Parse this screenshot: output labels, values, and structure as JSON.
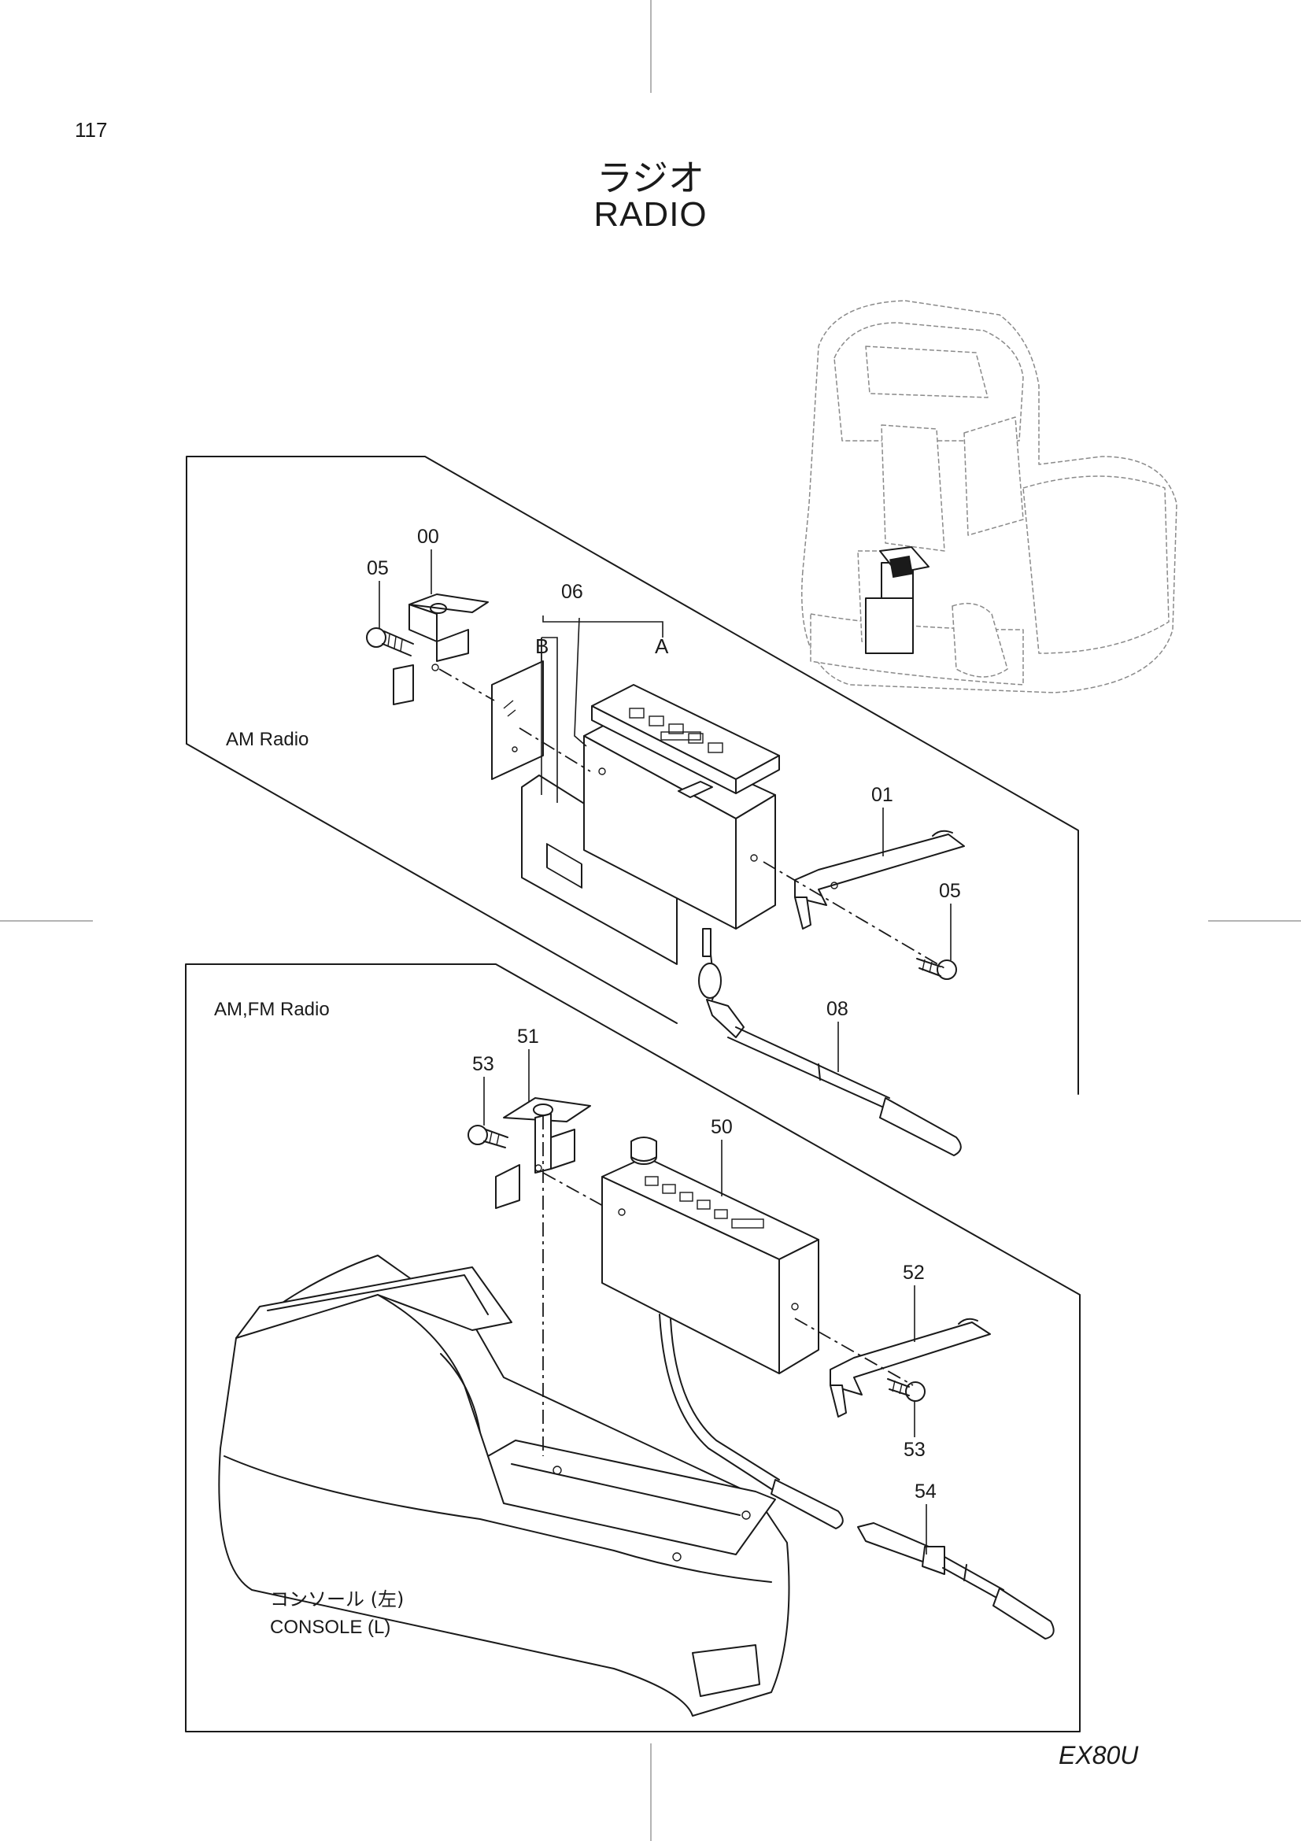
{
  "page": {
    "number": "117",
    "title_jp": "ラジオ",
    "title_en": "RADIO",
    "model": "EX80U"
  },
  "sections": {
    "am_radio": "AM  Radio",
    "am_fm_radio": "AM,FM  Radio"
  },
  "parts": {
    "p00": "00",
    "p05_top": "05",
    "p06": "06",
    "ref_a": "A",
    "ref_b": "B",
    "p01": "01",
    "p05_right": "05",
    "p08": "08",
    "p51": "51",
    "p53_top": "53",
    "p50": "50",
    "p52": "52",
    "p53_bottom": "53",
    "p54": "54"
  },
  "console_label": {
    "jp": "コンソール (左)",
    "en": "CONSOLE  (L)"
  }
}
